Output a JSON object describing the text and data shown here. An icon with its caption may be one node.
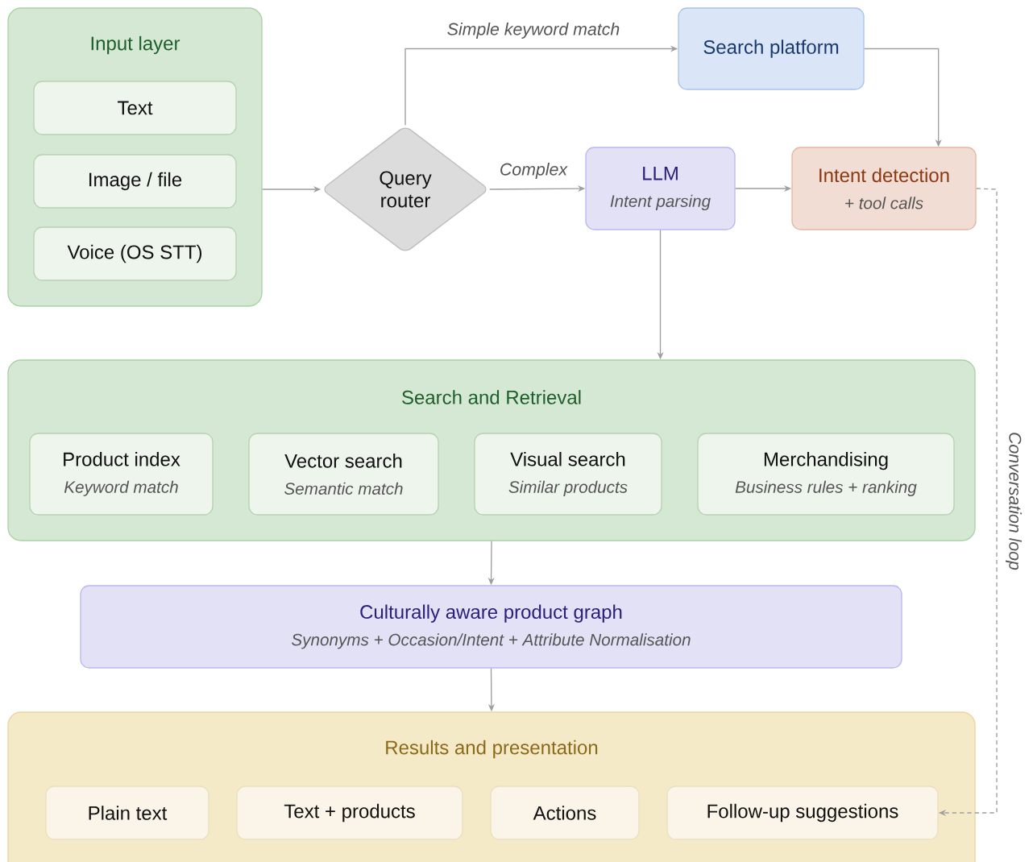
{
  "diagram": {
    "nodes": [
      {
        "text": [
          "Input layer"
        ]
      },
      {
        "text": [
          "Text"
        ],
        "in": 0
      },
      {
        "text": [
          "Image / file"
        ],
        "in": 0
      },
      {
        "text": [
          "Voice (OS STT)"
        ],
        "in": 0
      },
      {
        "text": [
          "Query router"
        ]
      },
      {
        "text": [
          "Search platform"
        ]
      },
      {
        "text": [
          "LLM",
          "Intent parsing"
        ]
      },
      {
        "text": [
          "Intent detection",
          "+ tool calls"
        ]
      },
      {
        "text": [
          "Search and Retrieval"
        ]
      },
      {
        "text": [
          "Product index",
          "Keyword match"
        ],
        "in": 8
      },
      {
        "text": [
          "Vector search",
          "Semantic match"
        ],
        "in": 8
      },
      {
        "text": [
          "Visual search",
          "Similar products"
        ],
        "in": 8
      },
      {
        "text": [
          "Merchandising",
          "Business rules + ranking"
        ],
        "in": 8
      },
      {
        "text": [
          "Culturally aware product graph",
          "Synonyms + Occasion/Intent + Attribute Normalisation"
        ]
      },
      {
        "text": [
          "Results and presentation"
        ]
      },
      {
        "text": [
          "Plain text"
        ],
        "in": 14
      },
      {
        "text": [
          "Text + products"
        ],
        "in": 14
      },
      {
        "text": [
          "Actions"
        ],
        "in": 14
      },
      {
        "text": [
          "Follow-up suggestions"
        ],
        "in": 14
      }
    ],
    "edges": [
      {
        "from": 0,
        "to": 4,
        "arrow": "to"
      },
      {
        "from": 4,
        "to": 5,
        "arrow": "to",
        "label": "Simple keyword match"
      },
      {
        "from": 4,
        "to": 6,
        "arrow": "to",
        "label": "Complex"
      },
      {
        "from": 5,
        "to": 7,
        "arrow": "to"
      },
      {
        "from": 6,
        "to": 7,
        "arrow": "to"
      },
      {
        "from": 6,
        "to": 8,
        "arrow": "to"
      },
      {
        "from": 8,
        "to": 13,
        "arrow": "to"
      },
      {
        "from": 13,
        "to": 14,
        "arrow": "to"
      },
      {
        "from": 7,
        "to": 18,
        "arrow": "to",
        "style": "dashed",
        "label": "Conversation loop"
      }
    ]
  }
}
